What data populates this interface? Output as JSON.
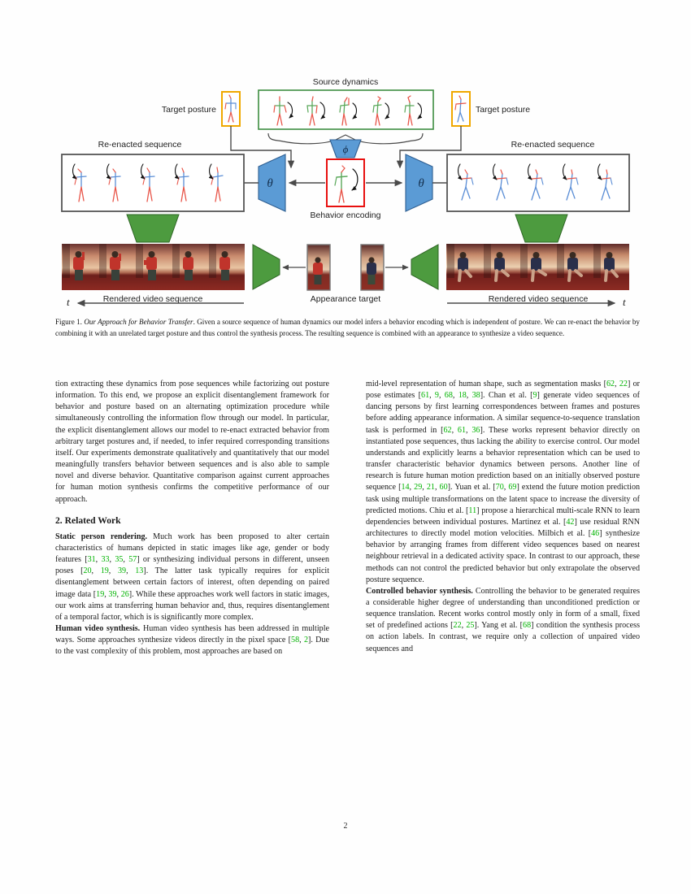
{
  "figure": {
    "labels": {
      "source_dynamics": "Source dynamics",
      "target_posture_left": "Target posture",
      "target_posture_right": "Target posture",
      "reenacted_left": "Re-enacted sequence",
      "reenacted_right": "Re-enacted sequence",
      "behavior_encoding": "Behavior encoding",
      "appearance_target": "Appearance target",
      "rendered_left": "Rendered video sequence",
      "rendered_right": "Rendered video sequence",
      "phi_symbol": "ϕ",
      "theta_symbol_left": "θ",
      "theta_symbol_right": "θ",
      "time_left": "t",
      "time_right": "t"
    },
    "colors": {
      "source_box_border": "#3e8e41",
      "target_box_border": "#f0a800",
      "encoder_blue": "#5b9bd5",
      "decoder_green": "#4d9b3f",
      "behavior_box_border": "#e8100f",
      "sequence_box_border": "#555555",
      "skeleton_red": "#e8564a",
      "skeleton_blue": "#5b8ed6",
      "skeleton_green": "#5aa85a"
    }
  },
  "caption": {
    "number": "Figure 1.",
    "title": "Our Approach for Behavior Transfer",
    "text": ". Given a source sequence of human dynamics our model infers a behavior encoding which is independent of posture. We can re-enact the behavior by combining it with an unrelated target posture and thus control the synthesis process. The resulting sequence is combined with an appearance to synthesize a video sequence."
  },
  "left_column": {
    "para_intro": {
      "segments": [
        {
          "text": "tion extracting these dynamics from pose sequences while factorizing out posture information. To this end, we propose an explicit disentanglement framework for behavior and posture based on an alternating optimization procedure while simultaneously controlling the information flow through our model. In particular, the explicit disentanglement allows our model to re-enact extracted behavior from arbitrary target postures and, if needed, to infer required corresponding transitions itself. Our experiments demonstrate qualitatively and quantitatively that our model meaningfully transfers behavior between sequences and is also able to sample novel and diverse behavior. Quantitative comparison against current approaches for human motion synthesis confirms the competitive performance of our approach."
        }
      ]
    },
    "section_heading": "2. Related Work",
    "para_static": {
      "runin": "Static person rendering.",
      "segments": [
        {
          "type": "text",
          "text": " Much work has been proposed to alter certain characteristics of humans depicted in static images like age, gender or body features ["
        },
        {
          "type": "cite",
          "text": "31"
        },
        {
          "type": "text",
          "text": ", "
        },
        {
          "type": "cite",
          "text": "33"
        },
        {
          "type": "text",
          "text": ", "
        },
        {
          "type": "cite",
          "text": "35"
        },
        {
          "type": "text",
          "text": ", "
        },
        {
          "type": "cite",
          "text": "57"
        },
        {
          "type": "text",
          "text": "] or synthesizing individual persons in different, unseen poses ["
        },
        {
          "type": "cite",
          "text": "20"
        },
        {
          "type": "text",
          "text": ", "
        },
        {
          "type": "cite",
          "text": "19"
        },
        {
          "type": "text",
          "text": ", "
        },
        {
          "type": "cite",
          "text": "39"
        },
        {
          "type": "text",
          "text": ", "
        },
        {
          "type": "cite",
          "text": "13"
        },
        {
          "type": "text",
          "text": "]. The latter task typically requires for explicit disentanglement between certain factors of interest, often depending on paired image data ["
        },
        {
          "type": "cite",
          "text": "19"
        },
        {
          "type": "text",
          "text": ", "
        },
        {
          "type": "cite",
          "text": "39"
        },
        {
          "type": "text",
          "text": ", "
        },
        {
          "type": "cite",
          "text": "26"
        },
        {
          "type": "text",
          "text": "]. While these approaches work well factors in static images, our work aims at transferring human behavior and, thus, requires disentanglement of a temporal factor, which is is significantly more complex."
        }
      ]
    },
    "para_human_video": {
      "runin": "Human video synthesis.",
      "segments": [
        {
          "type": "text",
          "text": " Human video synthesis has been addressed in multiple ways. Some approaches synthesize videos directly in the pixel space ["
        },
        {
          "type": "cite",
          "text": "58"
        },
        {
          "type": "text",
          "text": ", "
        },
        {
          "type": "cite",
          "text": "2"
        },
        {
          "type": "text",
          "text": "]. Due to the vast complexity of this problem, most approaches are based on"
        }
      ]
    }
  },
  "right_column": {
    "para_midlevel": {
      "segments": [
        {
          "type": "text",
          "text": "mid-level representation of human shape, such as segmentation masks ["
        },
        {
          "type": "cite",
          "text": "62"
        },
        {
          "type": "text",
          "text": ", "
        },
        {
          "type": "cite",
          "text": "22"
        },
        {
          "type": "text",
          "text": "] or pose estimates ["
        },
        {
          "type": "cite",
          "text": "61"
        },
        {
          "type": "text",
          "text": ", "
        },
        {
          "type": "cite",
          "text": "9"
        },
        {
          "type": "text",
          "text": ", "
        },
        {
          "type": "cite",
          "text": "68"
        },
        {
          "type": "text",
          "text": ", "
        },
        {
          "type": "cite",
          "text": "18"
        },
        {
          "type": "text",
          "text": ", "
        },
        {
          "type": "cite",
          "text": "38"
        },
        {
          "type": "text",
          "text": "]. Chan et al. ["
        },
        {
          "type": "cite",
          "text": "9"
        },
        {
          "type": "text",
          "text": "] generate video sequences of dancing persons by first learning correspondences between frames and postures before adding appearance information. A similar sequence-to-sequence translation task is performed in ["
        },
        {
          "type": "cite",
          "text": "62"
        },
        {
          "type": "text",
          "text": ", "
        },
        {
          "type": "cite",
          "text": "61"
        },
        {
          "type": "text",
          "text": ", "
        },
        {
          "type": "cite",
          "text": "36"
        },
        {
          "type": "text",
          "text": "]. These works represent behavior directly on instantiated pose sequences, thus lacking the ability to exercise control. Our model understands and explicitly learns a behavior representation which can be used to transfer characteristic behavior dynamics between persons. Another line of research is future human motion prediction based on an initially observed posture sequence ["
        },
        {
          "type": "cite",
          "text": "14"
        },
        {
          "type": "text",
          "text": ", "
        },
        {
          "type": "cite",
          "text": "29"
        },
        {
          "type": "text",
          "text": ", "
        },
        {
          "type": "cite",
          "text": "21"
        },
        {
          "type": "text",
          "text": ", "
        },
        {
          "type": "cite",
          "text": "60"
        },
        {
          "type": "text",
          "text": "]. Yuan et al. ["
        },
        {
          "type": "cite",
          "text": "70"
        },
        {
          "type": "text",
          "text": ", "
        },
        {
          "type": "cite",
          "text": "69"
        },
        {
          "type": "text",
          "text": "] extend the future motion prediction task using multiple transformations on the latent space to increase the diversity of predicted motions. Chiu et al. ["
        },
        {
          "type": "cite",
          "text": "11"
        },
        {
          "type": "text",
          "text": "] propose a hierarchical multi-scale RNN to learn dependencies between individual postures. Martinez et al. ["
        },
        {
          "type": "cite",
          "text": "42"
        },
        {
          "type": "text",
          "text": "] use residual RNN architectures to directly model motion velocities. Milbich et al. ["
        },
        {
          "type": "cite",
          "text": "46"
        },
        {
          "type": "text",
          "text": "] synthesize behavior by arranging frames from different video sequences based on nearest neighbour retrieval in a dedicated activity space. In contrast to our approach, these methods can not control the predicted behavior but only extrapolate the observed posture sequence."
        }
      ]
    },
    "para_controlled": {
      "runin": "Controlled behavior synthesis.",
      "segments": [
        {
          "type": "text",
          "text": " Controlling the behavior to be generated requires a considerable higher degree of understanding than unconditioned prediction or sequence translation. Recent works control mostly only in form of a small, fixed set of predefined actions ["
        },
        {
          "type": "cite",
          "text": "22"
        },
        {
          "type": "text",
          "text": ", "
        },
        {
          "type": "cite",
          "text": "25"
        },
        {
          "type": "text",
          "text": "]. Yang et al. ["
        },
        {
          "type": "cite",
          "text": "68"
        },
        {
          "type": "text",
          "text": "] condition the synthesis process on action labels. In contrast, we require only a collection of unpaired video sequences and"
        }
      ]
    }
  },
  "footer": {
    "page_number": "2"
  }
}
